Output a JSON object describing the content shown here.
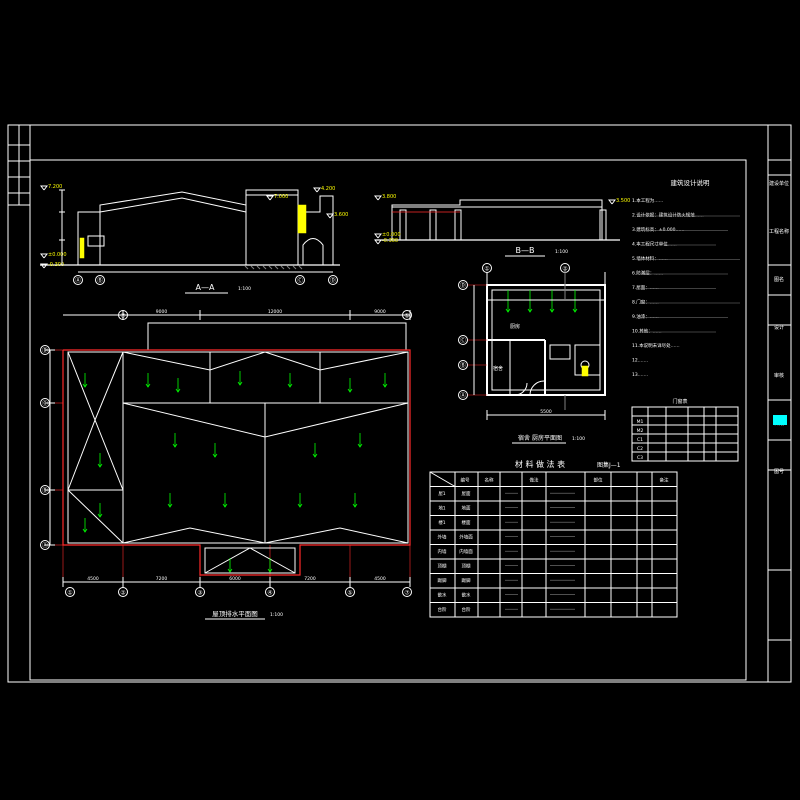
{
  "colors": {
    "background": "#000000",
    "line_white": "#ffffff",
    "line_red": "#ff2a2a",
    "line_yellow": "#ffff00",
    "line_green": "#00ff00",
    "line_cyan": "#00ffff",
    "line_grey": "#808080"
  },
  "titles": {
    "section_aa": "A—A",
    "section_aa_scale": "1:100",
    "section_bb": "B—B",
    "section_bb_scale": "1:100",
    "roof_plan": "屋顶排水平面图",
    "roof_plan_scale": "1:100",
    "kitchen_plan": "宿舍  厨房平面图",
    "kitchen_plan_scale": "1:100",
    "notes_title": "建筑设计说明",
    "material_table_title": "材 料 做 法 表",
    "material_table_code": "图集J—1",
    "door_table_title": "门窗表"
  },
  "elevations": {
    "aa": [
      "7.200",
      "±0.000",
      "-0.300",
      "4.200",
      "7.000",
      "3.600"
    ],
    "bb": [
      "3.800",
      "±0.000",
      "-0.300",
      "3.500"
    ]
  },
  "axes": {
    "roof_top": [
      "⑦",
      "①"
    ],
    "roof_bottom": [
      "①",
      "②",
      "③",
      "④",
      "⑤",
      "⑦"
    ],
    "roof_left": [
      "Ⓓ",
      "Ⓒ",
      "Ⓑ",
      "Ⓐ"
    ],
    "kitchen_top": [
      "①",
      "②"
    ],
    "kitchen_left": [
      "Ⓓ",
      "Ⓒ",
      "Ⓑ",
      "Ⓐ"
    ],
    "aa_bottom": [
      "Ⓐ",
      "Ⓑ",
      "Ⓒ",
      "Ⓓ"
    ]
  },
  "dimensions": {
    "roof_top": [
      "9000",
      "12000",
      "9000"
    ],
    "roof_bottom": [
      "4500",
      "7200",
      "6000",
      "7200",
      "4500"
    ],
    "kitchen_width": "5500"
  },
  "room_labels": [
    "厨房",
    "宿舍"
  ],
  "notes_lines": [
    "1.本工程为……",
    "2.设计依据：建筑设计防火规范……",
    "3.建筑标高：±0.000……",
    "4.本工程尺寸单位……",
    "5.墙体材料：……",
    "6.防潮层：……",
    "7.屋面：……",
    "8.门窗：……",
    "9.油漆：……",
    "10.其他：……",
    "11.本说明未详尽处……",
    "12.……",
    "13.……"
  ],
  "material_table": {
    "header": [
      "编号",
      "名称",
      "做法",
      "部位",
      "备注"
    ],
    "rows": [
      [
        "屋1",
        "屋面",
        "",
        "",
        ""
      ],
      [
        "地1",
        "地面",
        "",
        "",
        ""
      ],
      [
        "楼1",
        "楼面",
        "",
        "",
        ""
      ],
      [
        "外墙",
        "外墙面",
        "",
        "",
        ""
      ],
      [
        "内墙",
        "内墙面",
        "",
        "",
        ""
      ],
      [
        "顶棚",
        "顶棚",
        "",
        "",
        ""
      ],
      [
        "踢脚",
        "踢脚",
        "",
        "",
        ""
      ],
      [
        "散水",
        "散水",
        "",
        "",
        ""
      ],
      [
        "台阶",
        "台阶",
        "",
        "",
        ""
      ]
    ]
  },
  "door_table": {
    "rows": [
      [
        "M1",
        "",
        "",
        ""
      ],
      [
        "M2",
        "",
        "",
        ""
      ],
      [
        "C1",
        "",
        "",
        ""
      ],
      [
        "C2",
        "",
        "",
        ""
      ],
      [
        "C3",
        "",
        "",
        ""
      ]
    ]
  },
  "title_block": [
    "建设单位",
    "工程名称",
    "图名",
    "设计",
    "审核",
    "日期",
    "图号"
  ]
}
